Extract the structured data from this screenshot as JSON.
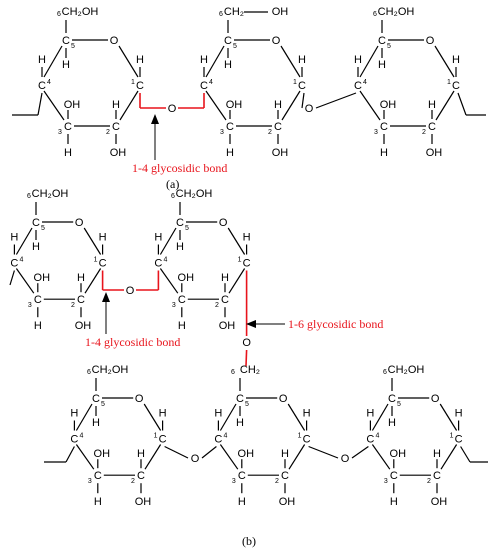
{
  "colors": {
    "bond_highlight": "#e8141c",
    "structure": "#000000",
    "background": "#ffffff"
  },
  "atoms": {
    "carbon": "C",
    "oxygen": "O",
    "hydrogen": "H",
    "hydroxyl": "OH",
    "ch2oh": "CH₂OH",
    "ch2oh_split": "CH₂",
    "oh_tail": "OH"
  },
  "positions": {
    "p1": "1",
    "p2": "2",
    "p3": "3",
    "p4": "4",
    "p5": "5",
    "p6": "6"
  },
  "panel_a": {
    "caption": "(a)",
    "bond_label": "1-4 glycosidic bond"
  },
  "panel_b": {
    "caption": "(b)",
    "bond_label_14": "1-4 glycosidic bond",
    "bond_label_16": "1-6 glycosidic bond"
  }
}
